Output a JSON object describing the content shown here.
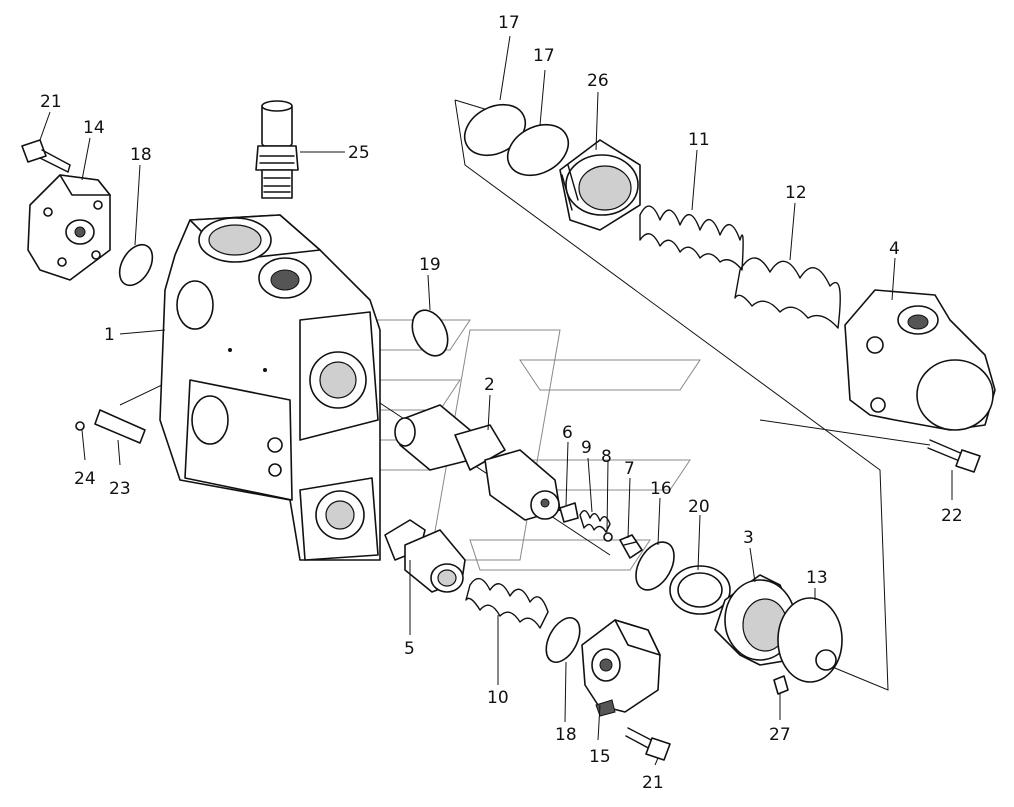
{
  "callouts": {
    "c1": "1",
    "c2": "2",
    "c3": "3",
    "c4": "4",
    "c5": "5",
    "c6": "6",
    "c7": "7",
    "c8": "8",
    "c9": "9",
    "c10": "10",
    "c11": "11",
    "c12": "12",
    "c13": "13",
    "c14": "14",
    "c15": "15",
    "c16": "16",
    "c17a": "17",
    "c17b": "17",
    "c18a": "18",
    "c18b": "18",
    "c19": "19",
    "c20": "20",
    "c21a": "21",
    "c21b": "21",
    "c22": "22",
    "c23": "23",
    "c24": "24",
    "c25": "25",
    "c26": "26",
    "c27": "27"
  }
}
